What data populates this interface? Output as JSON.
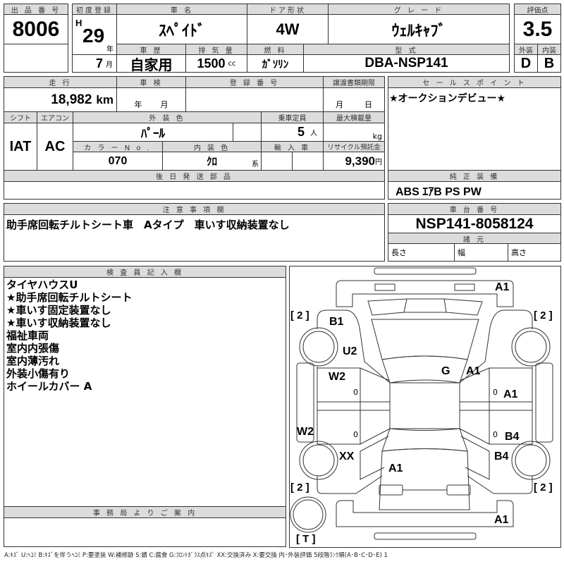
{
  "header": {
    "lot_label": "出 品 番 号",
    "lot_no": "8006",
    "first_reg_label": "初度登録",
    "era": "H",
    "year": "29",
    "year_unit": "年",
    "month": "7",
    "month_unit": "月",
    "car_name_label": "車 名",
    "car_name": "ｽﾍﾟｲﾄﾞ",
    "door_label": "ドア形状",
    "door": "4W",
    "grade_label": "グ レ ー ド",
    "grade": "ｳｪﾙｷｬﾌﾞ",
    "history_label": "車 歴",
    "history": "自家用",
    "displacement_label": "排 気 量",
    "displacement": "1500",
    "displacement_unit": "cc",
    "fuel_label": "燃 料",
    "fuel": "ｶﾞｿﾘﾝ",
    "model_label": "型 式",
    "model": "DBA-NSP141",
    "score_label": "評価点",
    "score": "3.5",
    "exterior_label": "外装",
    "exterior": "D",
    "interior_label": "内装",
    "interior": "B"
  },
  "details": {
    "mileage_label": "走 行",
    "mileage": "18,982",
    "mileage_unit": "km",
    "inspection_label": "車 検",
    "inspection_year": "年",
    "inspection_month": "月",
    "reg_no_label": "登 録 番 号",
    "transfer_label": "譲渡書類期限",
    "transfer_month": "月",
    "transfer_day": "日",
    "shift_label": "シフト",
    "shift": "IAT",
    "ac_label": "エアコン",
    "ac": "AC",
    "color_label": "外 装 色",
    "color": "ﾊﾟｰﾙ",
    "capacity_label": "乗車定員",
    "capacity": "5",
    "capacity_unit": "人",
    "load_label": "最大積載量",
    "load_unit": "kg",
    "color_no_label": "カ ラ ー N o .",
    "color_no": "070",
    "interior_color_label": "内 装 色",
    "interior_color": "ｸﾛ",
    "interior_color_unit": "系",
    "import_label": "輸 入 車",
    "recycle_label": "リサイクル預託金",
    "recycle": "9,390",
    "recycle_unit": "円",
    "later_parts_label": "後 日 発 送 部 品"
  },
  "sales": {
    "label": "セ ー ル ス ポ イ ン ト",
    "text": "★オークションデビュー★",
    "equip_label": "純 正 装 備",
    "equip": "ABS ｴｱB PS PW"
  },
  "notes": {
    "label": "注 意 事 項 欄",
    "text": "助手席回転チルトシート車　Aタイプ　車いす収納装置なし"
  },
  "chassis": {
    "label": "車 台 番 号",
    "value": "NSP141-8058124",
    "spec_label": "諸 元",
    "length": "長さ",
    "width": "幅",
    "height": "高さ"
  },
  "inspector": {
    "label": "検 査 員 記 入 欄",
    "lines": [
      "タイヤハウスU",
      "★助手席回転チルトシート",
      "★車いす固定装置なし",
      "★車いす収納装置なし",
      "福祉車両",
      "室内内張傷",
      "室内薄汚れ",
      "外装小傷有り",
      "ホイールカバー A"
    ]
  },
  "office": {
    "label": "事 務 局 よ り ご 案 内"
  },
  "diagram": {
    "marks": [
      "A1",
      "B1",
      "U2",
      "G",
      "A1",
      "W2",
      "A1",
      "W2",
      "B4",
      "XX",
      "B4",
      "A1",
      "A1"
    ],
    "tires": [
      "[ 2 ]",
      "[ 2 ]",
      "[ 2 ]",
      "[ 2 ]",
      "[ T ]"
    ],
    "zeros": [
      "0",
      "0",
      "0",
      "0"
    ]
  },
  "legend": "A:ｷｽﾞ U:ﾍｺﾐ B:ｷｽﾞを伴うﾍｺﾐ P:要塗装 W:補修跡 S:錆 C:腐食 G:ﾌﾛﾝﾄｶﾞﾗｽ点ｷｽﾞ XX:交換済み X:要交換 内･外装評価 5段階ﾗﾝｸ順(A･B･C･D･E) 1"
}
